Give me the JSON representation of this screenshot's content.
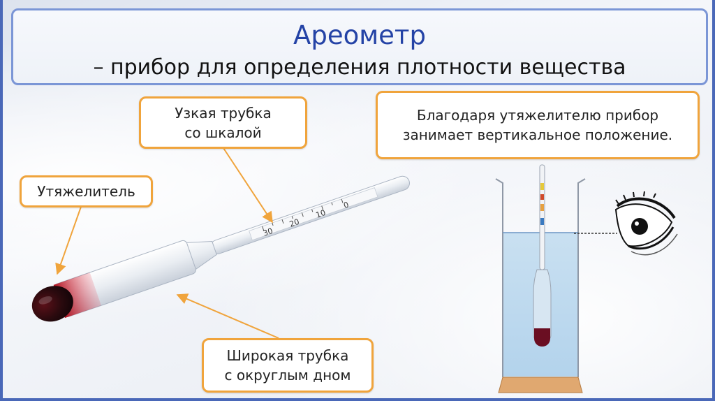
{
  "title": {
    "main": "Ареометр",
    "subtitle": "– прибор для определения плотности вещества"
  },
  "callouts": {
    "narrow_tube": {
      "line1": "Узкая трубка",
      "line2": "со шкалой"
    },
    "weight": {
      "line1": "Утяжелитель"
    },
    "wide_tube": {
      "line1": "Широкая трубка",
      "line2": "с округлым дном"
    },
    "vertical": {
      "line1": "Благодаря утяжелителю прибор",
      "line2": "занимает вертикальное положение."
    }
  },
  "scale_labels": [
    "30",
    "20",
    "10",
    "0"
  ],
  "colors": {
    "title": "#2443a6",
    "callout_border": "#f0a43c",
    "frame": "#4a68b8",
    "weight": "#8b1020",
    "liquid": "#bfd9ee",
    "stand": "#e0a870"
  },
  "icons": [
    "eye-icon",
    "arrow-icon"
  ]
}
